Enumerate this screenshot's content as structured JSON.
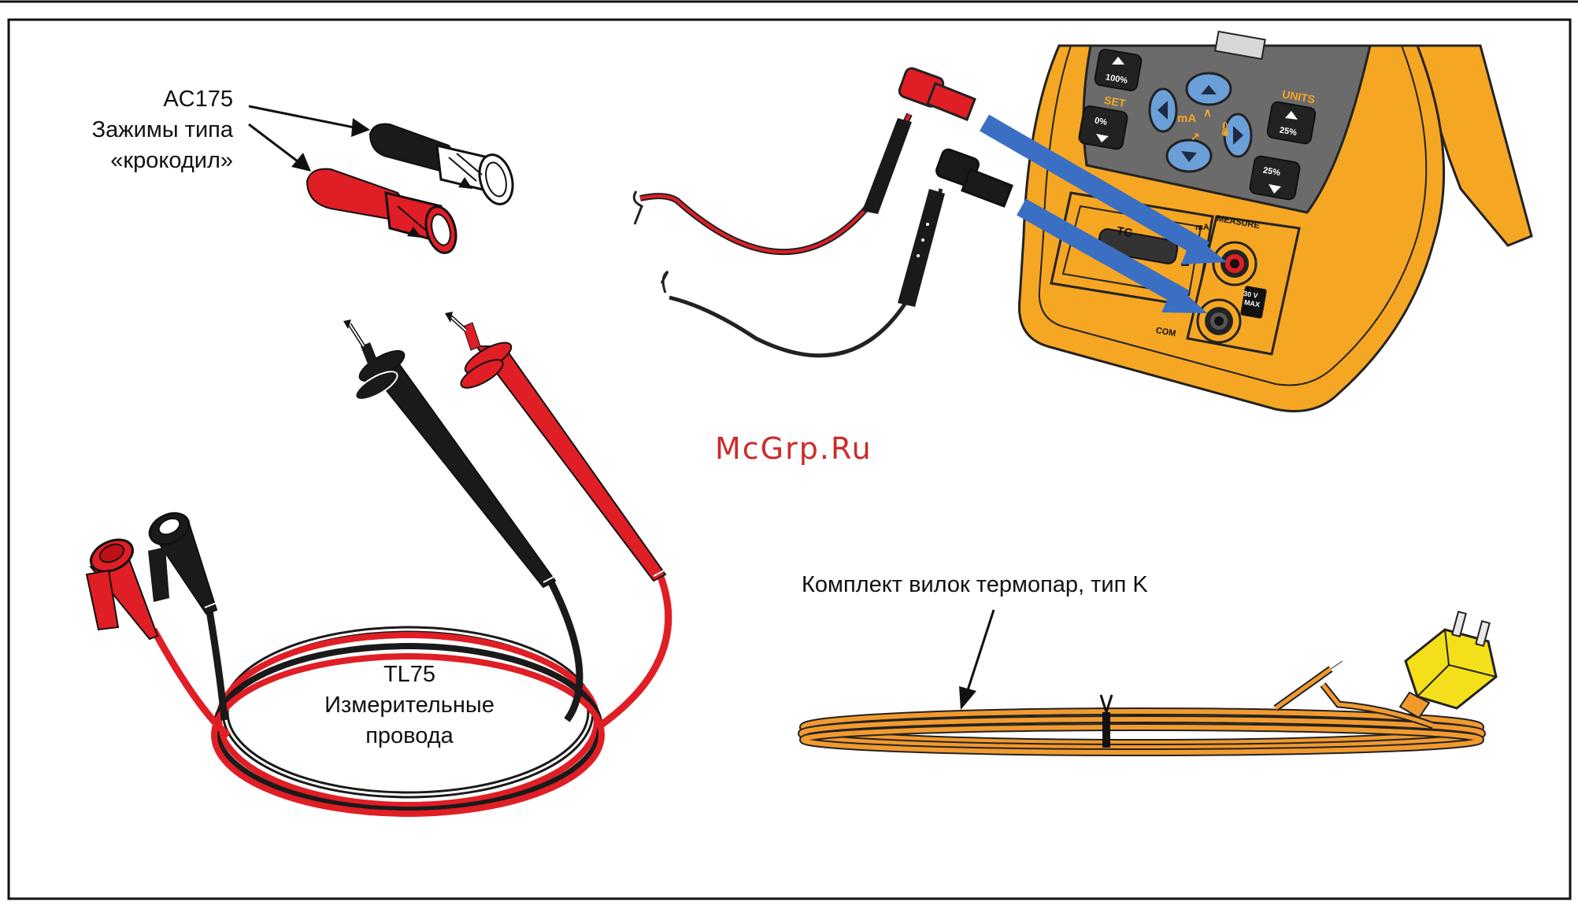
{
  "labels": {
    "ac175": {
      "model": "AC175",
      "line1": "Зажимы типа",
      "line2": "«крокодил»"
    },
    "tl75": {
      "model": "TL75",
      "line1": "Измерительные",
      "line2": "провода"
    },
    "thermocouple": {
      "text": "Комплект вилок термопар, тип K"
    }
  },
  "watermark": "McGrp.Ru",
  "device": {
    "keys": {
      "set_label": "SET",
      "units_label": "UNITS",
      "key_100": "100%",
      "key_0": "0%",
      "key_25_up": "25%",
      "key_25_down": "25%",
      "ma_label": "mA",
      "tc_label": "TC"
    },
    "jacks": {
      "measure_label": "MEASURE",
      "ma_label": "mA",
      "com_label": "COM",
      "max_line1": "30 V",
      "max_line2": "MAX"
    }
  },
  "colors": {
    "red_lead": "#e01e25",
    "black_lead": "#1a1a1a",
    "device_body": "#f5a623",
    "device_panel": "#6b6b6b",
    "arrow_blue": "#3a6fc4",
    "key_blue": "#6a9fd8",
    "wire_orange": "#f29a2e",
    "plug_yellow": "#f4e01a"
  }
}
